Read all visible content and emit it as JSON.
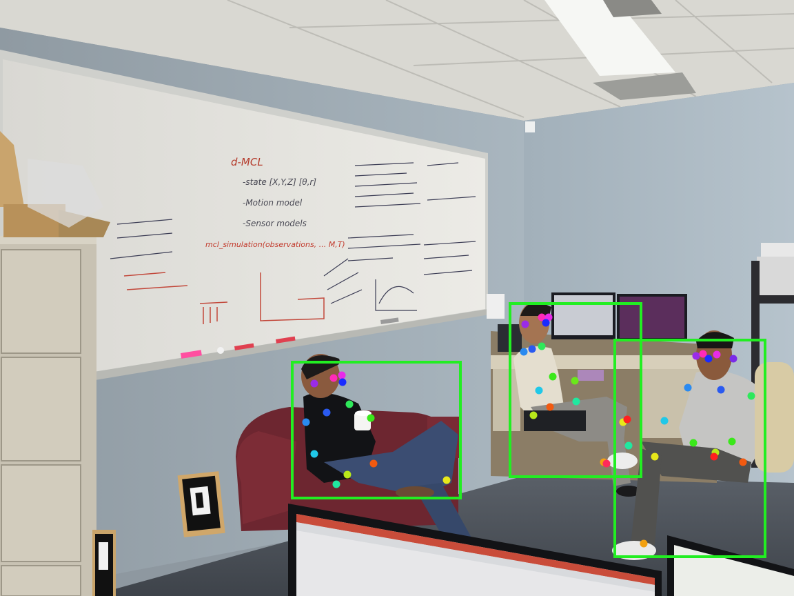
{
  "image": {
    "kind": "photo",
    "description": "Lab room with whiteboard; three seated people annotated with green detection boxes and colored pose keypoints",
    "whiteboard": {
      "line1": "d-MCL",
      "line2": "-state [X,Y,Z] [θ,r]",
      "line3": "-Motion model",
      "line4": "-Sensor models",
      "line5": "mcl_simulation(observations, ... M,T)"
    },
    "box_color": "#22ee22",
    "detections": [
      {
        "label": "person"
      },
      {
        "label": "person"
      },
      {
        "label": "person"
      }
    ]
  }
}
